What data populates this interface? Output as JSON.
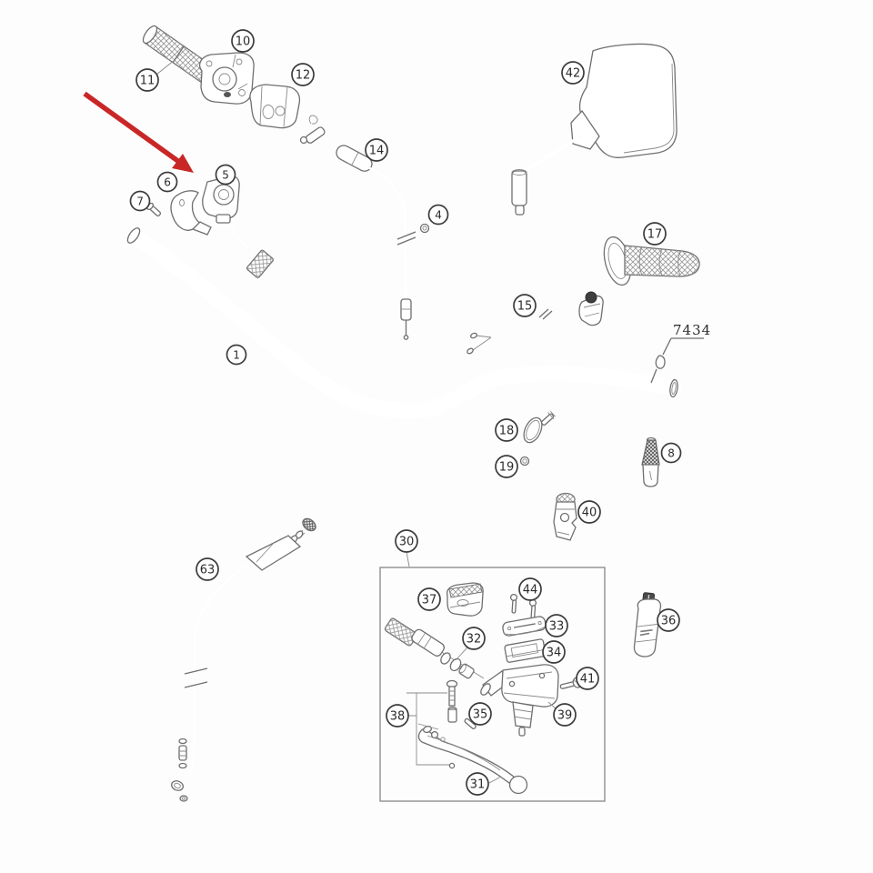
{
  "diagram": {
    "type": "exploded-parts-diagram",
    "background_color": "#fdfdfd",
    "line_color": "#6f6f6f",
    "callout_stroke_color": "#3c3c3c",
    "callout_text_color": "#2b2b2b",
    "ref_label": {
      "text": "7434"
    },
    "arrow": {
      "color": "#c92727",
      "points_at_callout": "5"
    },
    "callouts": [
      {
        "number": "10"
      },
      {
        "number": "11"
      },
      {
        "number": "12"
      },
      {
        "number": "42"
      },
      {
        "number": "14"
      },
      {
        "number": "4"
      },
      {
        "number": "5"
      },
      {
        "number": "6"
      },
      {
        "number": "7"
      },
      {
        "number": "17"
      },
      {
        "number": "15"
      },
      {
        "number": "1"
      },
      {
        "number": "18"
      },
      {
        "number": "19"
      },
      {
        "number": "8"
      },
      {
        "number": "40"
      },
      {
        "number": "63"
      },
      {
        "number": "30"
      },
      {
        "number": "37"
      },
      {
        "number": "44"
      },
      {
        "number": "33"
      },
      {
        "number": "34"
      },
      {
        "number": "32"
      },
      {
        "number": "41"
      },
      {
        "number": "38"
      },
      {
        "number": "35"
      },
      {
        "number": "39"
      },
      {
        "number": "31"
      },
      {
        "number": "36"
      }
    ]
  }
}
